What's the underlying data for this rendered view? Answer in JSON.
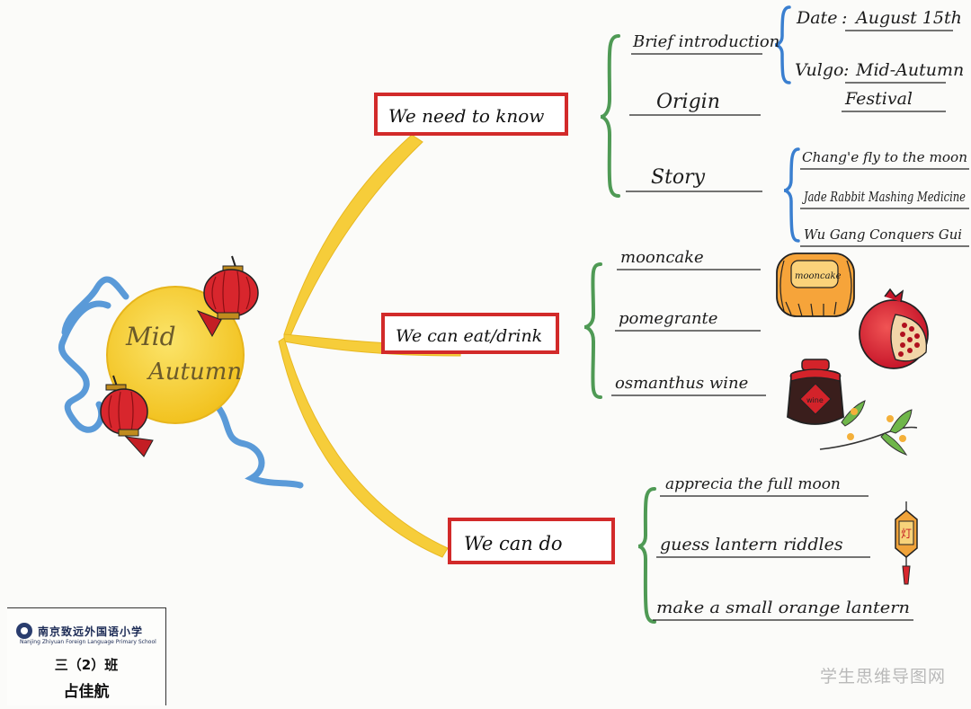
{
  "center": {
    "line1": "Mid",
    "line2": "Autumn"
  },
  "branches": {
    "know": {
      "label": "We need to know",
      "items": {
        "intro": "Brief introduction",
        "origin": "Origin",
        "story": "Story"
      },
      "intro_details": {
        "date_label": "Date",
        "date_value": "August 15th",
        "vulgo_label": "Vulgo",
        "vulgo_line1": "Mid-Autumn",
        "vulgo_line2": "Festival"
      },
      "stories": [
        "Chang'e fly to the moon",
        "Jade Rabbit Mashing Medicine",
        "Wu Gang Conquers Gui"
      ]
    },
    "eat": {
      "label": "We can eat/drink",
      "items": [
        "mooncake",
        "pomegrante",
        "osmanthus wine"
      ],
      "mooncake_stamp": "mooncake",
      "jar_stamp": "wine"
    },
    "do": {
      "label": "We can do",
      "items": [
        "apprecia the full moon",
        "guess lantern riddles",
        "make a small orange lantern"
      ],
      "lantern_char": "灯"
    }
  },
  "school": {
    "name": "南京致远外国语小学",
    "english": "Nanjing Zhiyuan Foreign Language Primary School",
    "class_name": "三（2）班",
    "student": "占佳航"
  },
  "watermark": "学生思维导图网",
  "colors": {
    "moon": "#f7cf33",
    "branch": "#f5c830",
    "box": "#d22a2a",
    "bracket": "#4f9a55",
    "blue_bracket": "#3a7fd0",
    "ribbon": "#5a9ad8",
    "lantern": "#d8262d"
  }
}
